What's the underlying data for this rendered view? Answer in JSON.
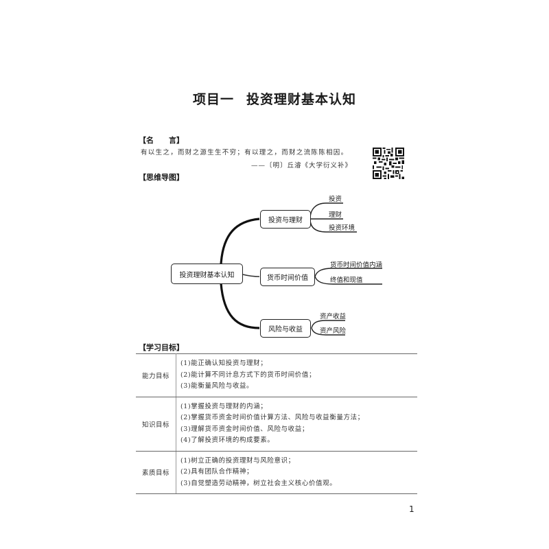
{
  "page": {
    "title_prefix": "项目一",
    "title_main": "投资理财基本认知",
    "page_number": "1"
  },
  "motto": {
    "heading": "【名　　言】",
    "quote": "有以生之，而财之源生生不穷；有以理之，而财之流陈陈相因。",
    "source": "——〔明〕丘濬《大学衍义补》"
  },
  "qr_code": {
    "icon": "qr-code-icon"
  },
  "mind_map": {
    "heading": "【思维导图】",
    "root": "投资理财基本认知",
    "branches": [
      {
        "label": "投资与理财",
        "children": [
          "投资",
          "理财",
          "投资环境"
        ]
      },
      {
        "label": "货币时间价值",
        "children": [
          "货币时间价值内涵",
          "终值和现值"
        ]
      },
      {
        "label": "风险与收益",
        "children": [
          "资产收益",
          "资产风险"
        ]
      }
    ]
  },
  "goals": {
    "heading": "【学习目标】",
    "rows": [
      {
        "label": "能力目标",
        "items": [
          "(1)能正确认知投资与理财；",
          "(2)能计算不同计息方式下的货币时间价值；",
          "(3)能衡量风险与收益。"
        ]
      },
      {
        "label": "知识目标",
        "items": [
          "(1)掌握投资与理财的内涵；",
          "(2)掌握货币资金时间价值计算方法、风险与收益衡量方法；",
          "(3)理解货币资金时间价值、风险与收益；",
          "(4)了解投资环境的构成要素。"
        ]
      },
      {
        "label": "素质目标",
        "items": [
          "(1)树立正确的投资理财与风险意识；",
          "(2)具有团队合作精神；",
          "(3)自觉塑造劳动精神，树立社会主义核心价值观。"
        ]
      }
    ]
  }
}
